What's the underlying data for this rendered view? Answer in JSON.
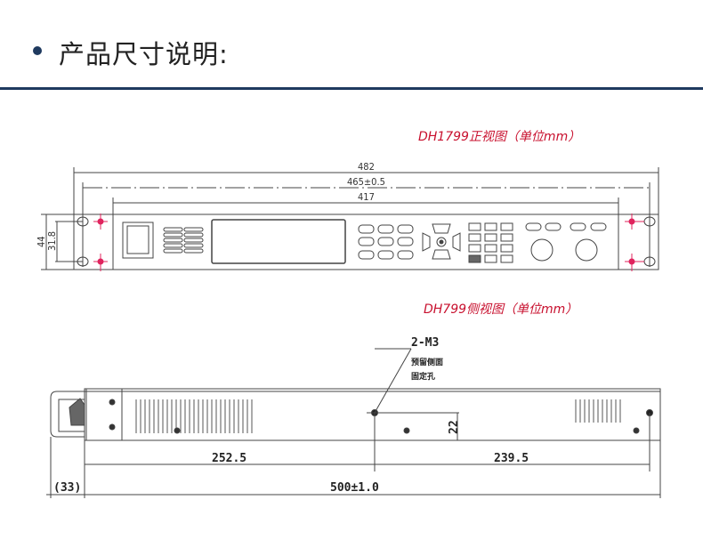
{
  "header": {
    "title": "产品尺寸说明:"
  },
  "front_view": {
    "caption": "DH1799正视图（单位mm）",
    "dims": {
      "overall_width": "482",
      "mount_width": "465±0.5",
      "panel_width": "417",
      "height": "44",
      "hole_spacing": "31.8"
    }
  },
  "side_view": {
    "caption": "DH799侧视图（单位mm）",
    "callout": {
      "label": "2-M3",
      "line1": "预留侧面",
      "line2": "固定孔"
    },
    "dims": {
      "hole_height": "22",
      "front_to_hole": "252.5",
      "hole_to_hole": "239.5",
      "total_length": "500±1.0",
      "handle_depth": "(33)"
    }
  },
  "colors": {
    "accent": "#1f3a5f",
    "caption": "#c8102e"
  }
}
